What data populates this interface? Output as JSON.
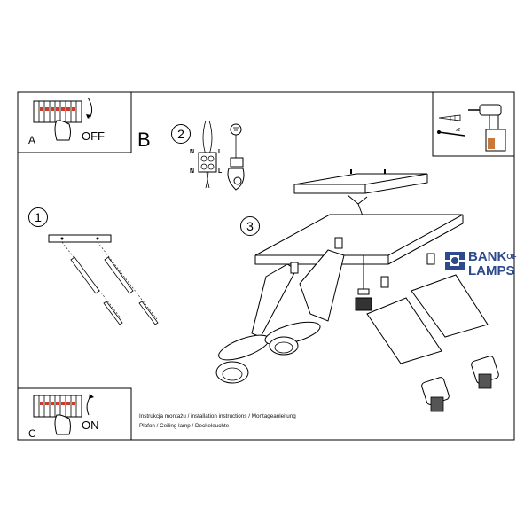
{
  "panel_a": {
    "letter": "A",
    "switch_label": "OFF"
  },
  "panel_c": {
    "letter": "C",
    "switch_label": "ON"
  },
  "section_b": {
    "letter": "B"
  },
  "steps": {
    "step1": "1",
    "step2": "2",
    "step3": "3"
  },
  "wiring": {
    "n_top": "N",
    "l_top": "L",
    "n_bottom": "N",
    "l_bottom": "L"
  },
  "tools": {
    "quantity": "x2"
  },
  "brand": {
    "line1": "BANK",
    "of": "OF",
    "line2": "LAMPS",
    "color": "#2d4a8c"
  },
  "footer": {
    "line1": "Instrukcja montażu / installation instructions / Montageanleitung",
    "line2": "Plafon / Ceiling lamp / Deckeleuchte"
  }
}
